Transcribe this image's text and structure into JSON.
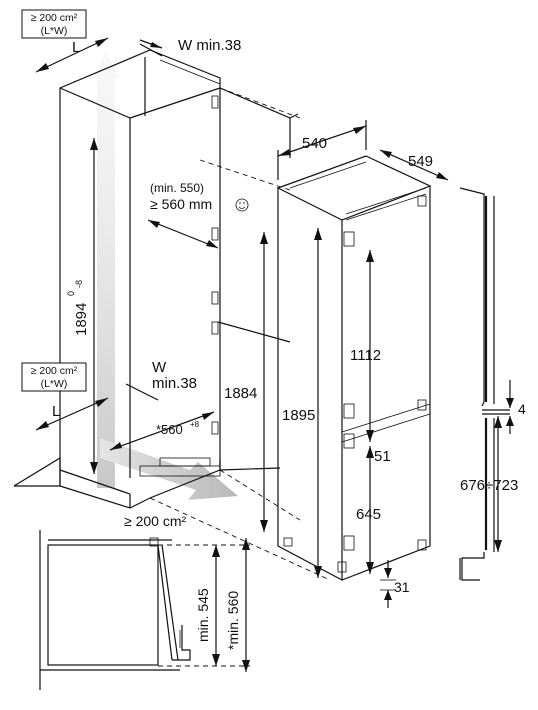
{
  "top_area_note": {
    "line1": "≥ 200 cm²",
    "line2": "(L*W)"
  },
  "mid_area_note": {
    "line1": "≥ 200 cm²",
    "line2": "(L*W)"
  },
  "label_L_top": "L",
  "label_L_bottom": "L",
  "label_w_min_top": "W min.38",
  "label_w_bottom_1": "W",
  "label_w_bottom_2": "min.38",
  "label_niche_height": "1894",
  "label_niche_height_tol": "0",
  "label_niche_height_tol2": "-8",
  "label_min_550": "(min. 550)",
  "label_560": "≥ 560 mm",
  "label_560_bottom": "*560",
  "label_560_bottom_tol": "+8",
  "label_1884": "1884",
  "label_bottom_vent": "≥ 200 cm²",
  "label_width_540": "540",
  "label_depth_549": "549",
  "label_1895": "1895",
  "label_1112": "1112",
  "label_51": "51",
  "label_645": "645",
  "label_31": "31",
  "label_4": "4",
  "label_676_723": "676÷723",
  "label_min_545": "min. 545",
  "label_min_560": "*min. 560",
  "colors": {
    "line": "#111111",
    "arrow_fill": "#bfbfbf",
    "background": "#ffffff"
  }
}
